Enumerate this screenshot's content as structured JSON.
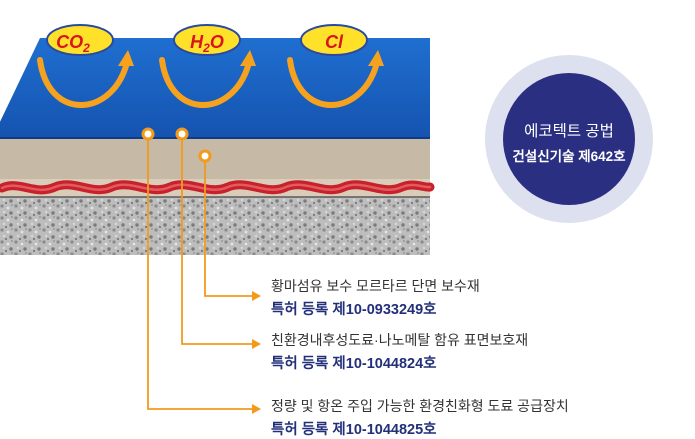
{
  "molecules": [
    "CO",
    "2",
    "H",
    "2",
    "O",
    "Cl"
  ],
  "labels": [
    {
      "text": "황마섬유 보수 모르타르 단면 보수재",
      "patent": "특허 등록 제10-0933249호"
    },
    {
      "text": "친환경내후성도료·나노메탈 함유 표면보호재",
      "patent": "특허 등록 제10-1044824호"
    },
    {
      "text": "정량 및 항온 주입 가능한 환경친화형 도료 공급장치",
      "patent": "특허 등록 제10-1044825호"
    }
  ],
  "badge": {
    "title": "에코텍트 공법",
    "subtitle": "건설신기술 제642호"
  },
  "colors": {
    "coating_blue": "#1a5fc0",
    "mortar": "#c6b9a6",
    "fiber_red": "#c8202c",
    "leader_orange": "#f39a1c",
    "badge_navy": "#2b2f82",
    "patent_text": "#22307a",
    "molecule_yellow": "#ffe12a"
  }
}
